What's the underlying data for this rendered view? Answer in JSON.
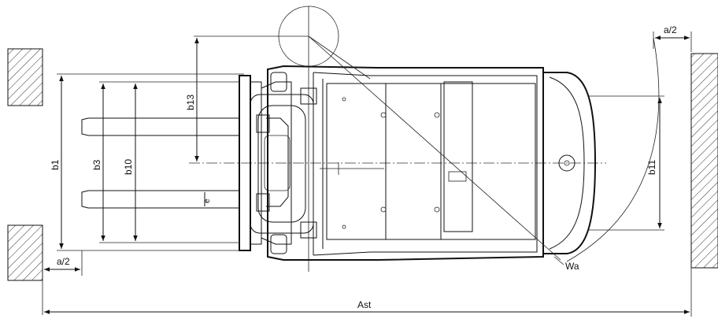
{
  "labels": {
    "b13": "b13",
    "b1": "b1",
    "b3": "b3",
    "b10": "b10",
    "e": "e",
    "b11": "b11",
    "a2_top": "a/2",
    "a2_bottom": "a/2",
    "wa": "Wa",
    "ast": "Ast"
  },
  "colors": {
    "line": "#111111",
    "background": "#ffffff"
  }
}
